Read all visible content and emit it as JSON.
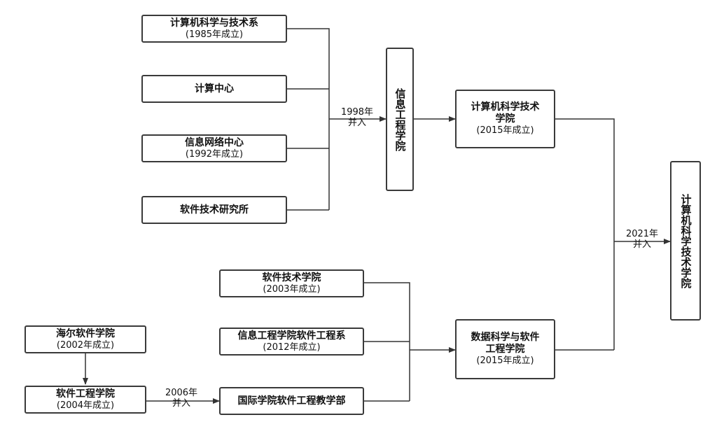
{
  "nodes": {
    "cs_dept": {
      "name": "计算机科学与技术系",
      "note": "(1985年成立)"
    },
    "computing_center": {
      "name": "计算中心"
    },
    "network_center": {
      "name": "信息网络中心",
      "note": "(1992年成立)"
    },
    "software_institute": {
      "name": "软件技术研究所"
    },
    "info_eng": {
      "name": "信息工程学院"
    },
    "cs_school": {
      "name_line1": "计算机科学技术",
      "name_line2": "学院",
      "note": "(2015年成立)"
    },
    "final_school": {
      "name": "计算机科学技术学院"
    },
    "software_tech_school": {
      "name": "软件技术学院",
      "note": "(2003年成立)"
    },
    "info_eng_sw_dept": {
      "name": "信息工程学院软件工程系",
      "note": "(2012年成立)"
    },
    "ds_school": {
      "name_line1": "数据科学与软件",
      "name_line2": "工程学院",
      "note": "(2015年成立)"
    },
    "haier_school": {
      "name": "海尔软件学院",
      "note": "(2002年成立)"
    },
    "sw_eng_school": {
      "name": "软件工程学院",
      "note": "(2004年成立)"
    },
    "intl_sw_dept": {
      "name": "国际学院软件工程教学部"
    }
  },
  "edge_labels": {
    "merge_1998": {
      "year": "1998年",
      "action": "并入"
    },
    "merge_2021": {
      "year": "2021年",
      "action": "并入"
    },
    "merge_2006": {
      "year": "2006年",
      "action": "并入"
    }
  }
}
